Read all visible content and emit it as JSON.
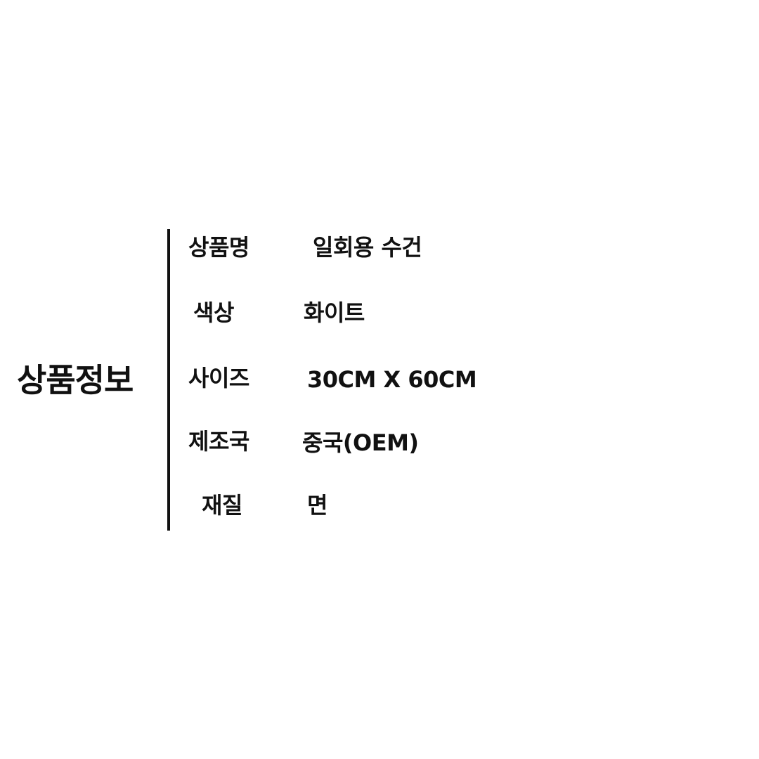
{
  "title": "상품정보",
  "rows": [
    {
      "label": "상품명",
      "value": "일회용 수건"
    },
    {
      "label": "색상",
      "value": "화이트"
    },
    {
      "label": "사이즈",
      "value": "30CM X 60CM"
    },
    {
      "label": "제조국",
      "value": "중국(OEM)"
    },
    {
      "label": "재질",
      "value": "면"
    }
  ]
}
